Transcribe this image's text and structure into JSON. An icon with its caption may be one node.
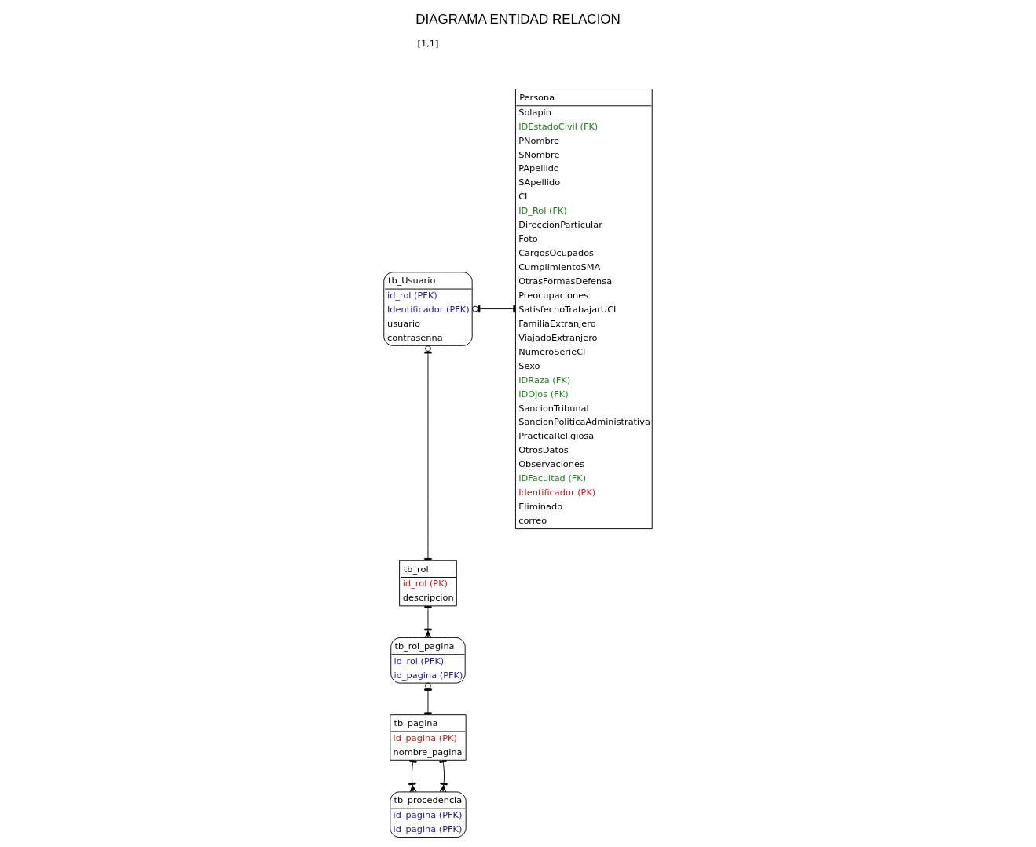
{
  "diagram": {
    "title": "DIAGRAMA ENTIDAD RELACION",
    "nodes": [
      {
        "text": [
          "tb_Usuario",
          "id_rol (PFK)",
          "Identificador (PFK)",
          "usuario",
          "contrasenna"
        ]
      },
      {
        "text": [
          "Persona",
          "Solapin",
          "IDEstadoCivil (FK)",
          "PNombre",
          "SNombre",
          "PApellido",
          "SApellido",
          "CI",
          "ID_Rol (FK)",
          "DireccionParticular",
          "Foto",
          "CargosOcupados",
          "CumplimientoSMA",
          "OtrasFormasDefensa",
          "Preocupaciones",
          "SatisfechoTrabajarUCI",
          "FamiliaExtranjero",
          "ViajadoExtranjero",
          "NumeroSerieCI",
          "Sexo",
          "IDRaza (FK)",
          "IDOjos (FK)",
          "SancionTribunal",
          "SancionPoliticaAdministrativa",
          "PracticaReligiosa",
          "OtrosDatos",
          "Observaciones",
          "IDFacultad (FK)",
          "Identificador (PK)",
          "Eliminado",
          "correo"
        ]
      },
      {
        "text": [
          "tb_rol",
          "id_rol (PK)",
          "descripcion"
        ]
      },
      {
        "text": [
          "tb_rol_pagina",
          "id_rol (PFK)",
          "id_pagina (PFK)"
        ]
      },
      {
        "text": [
          "tb_pagina",
          "id_pagina (PK)",
          "nombre_pagina"
        ]
      },
      {
        "text": [
          "tb_procedencia",
          "id_pagina (PFK)",
          "id_pagina (PFK)"
        ]
      }
    ],
    "edges": [
      {
        "from": 1,
        "to": 0,
        "arrow": "other"
      },
      {
        "from": 0,
        "to": 2,
        "arrow": "other"
      },
      {
        "from": 2,
        "to": 3,
        "arrow": "other"
      },
      {
        "from": 3,
        "to": 4,
        "arrow": "other"
      },
      {
        "from": 4,
        "to": 5,
        "arrow": "other"
      },
      {
        "from": 4,
        "to": 5,
        "arrow": "other"
      }
    ],
    "labels": [
      "[1,1]"
    ]
  }
}
